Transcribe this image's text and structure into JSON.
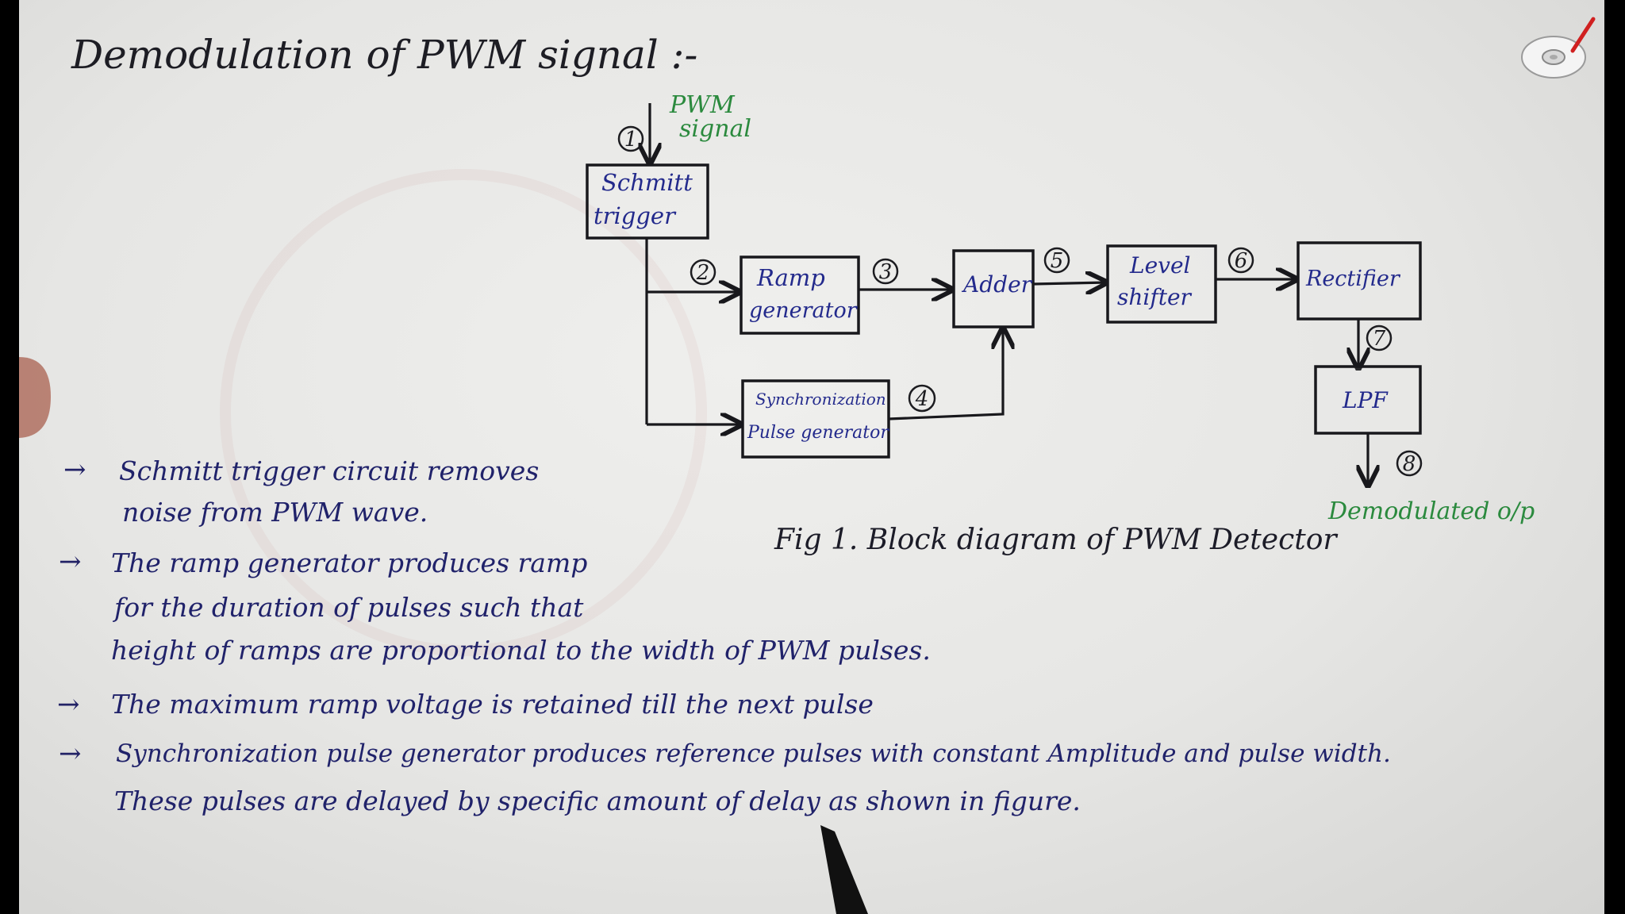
{
  "title": "Demodulation of PWM signal :-",
  "diagram": {
    "input_label_line1": "PWM",
    "input_label_line2": "signal",
    "blocks": {
      "schmitt": [
        "Schmitt",
        "trigger"
      ],
      "ramp": [
        "Ramp",
        "generator"
      ],
      "sync": [
        "Synchronization",
        "Pulse generator"
      ],
      "adder": [
        "Adder"
      ],
      "level": [
        "Level",
        "shifter"
      ],
      "rectifier": [
        "Rectifier"
      ],
      "lpf": [
        "LPF"
      ]
    },
    "markers": [
      "1",
      "2",
      "3",
      "4",
      "5",
      "6",
      "7",
      "8"
    ],
    "output_label": "Demodulated o/p",
    "caption": "Fig 1. Block diagram of PWM Detector"
  },
  "notes": {
    "bullet_symbol": "→",
    "items": [
      [
        "Schmitt trigger circuit removes",
        "noise from PWM wave."
      ],
      [
        "The ramp generator produces ramp",
        "for the duration of pulses such that",
        "height of ramps are proportional to the width of PWM pulses."
      ],
      [
        "The maximum ramp voltage is retained till the next pulse"
      ],
      [
        "Synchronization pulse generator produces reference pulses with constant Amplitude and pulse width.",
        "These pulses are delayed by specific amount of delay as shown in figure."
      ]
    ]
  },
  "colors": {
    "ink_dark": "#18181c",
    "ink_blue": "#232a8c",
    "ink_green": "#2b8a3e"
  }
}
